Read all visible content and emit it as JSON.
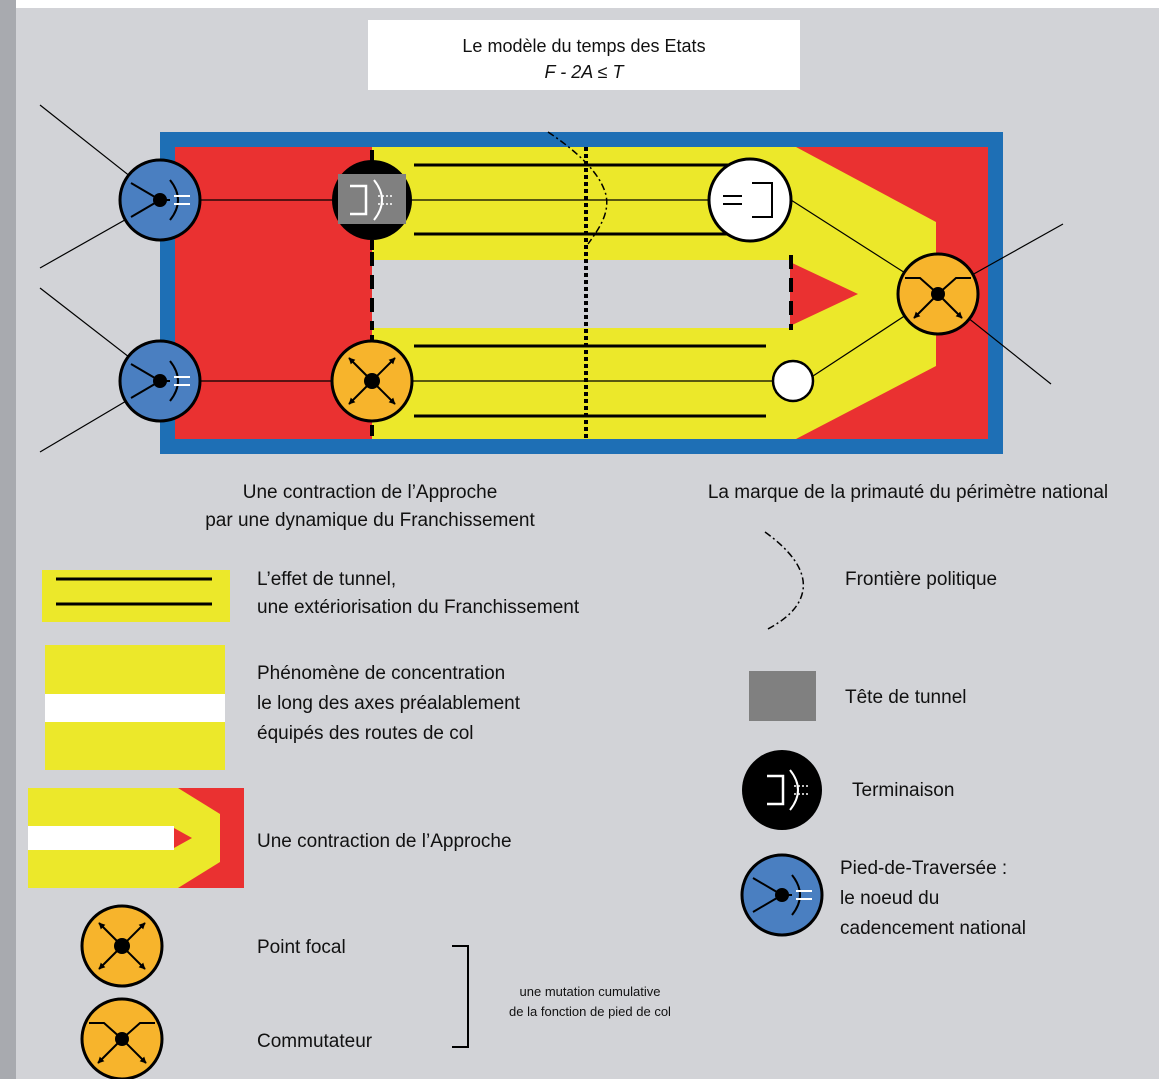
{
  "title": {
    "line1": "Le modèle du temps des Etats",
    "line2": "F - 2A ≤ T"
  },
  "captions": {
    "left_line1": "Une contraction de l’Approche",
    "left_line2": "par une dynamique du Franchissement",
    "right": "La marque de la primauté du périmètre national"
  },
  "legend": {
    "tunnel": {
      "line1": "L’effet de tunnel,",
      "line2": "une extériorisation du Franchissement"
    },
    "concentration": {
      "line1": "Phénomène de concentration",
      "line2": "le long des axes préalablement",
      "line3": "équipés des routes de col"
    },
    "contraction": "Une contraction de l’Approche",
    "focal": "Point focal",
    "commutateur": "Commutateur",
    "bracket": {
      "line1": "une mutation cumulative",
      "line2": "de la fonction de pied de col"
    },
    "frontiere": "Frontière politique",
    "tete": "Tête de tunnel",
    "terminaison": "Terminaison",
    "pied": {
      "line1": "Pied-de-Traversée :",
      "line2": "le noeud du",
      "line3": "cadencement national"
    }
  },
  "colors": {
    "background": "#d2d3d7",
    "frame": "#1e6fb5",
    "red": "#ea3131",
    "yellow": "#ece82a",
    "orange": "#f7b42c",
    "blue_node": "#4a7fc1",
    "tunnel_head": "#808080"
  },
  "icons": [
    "pied-de-traversee-icon",
    "terminaison-icon",
    "point-focal-icon",
    "commutateur-icon",
    "tunnel-head-icon",
    "frontier-curve-icon"
  ]
}
